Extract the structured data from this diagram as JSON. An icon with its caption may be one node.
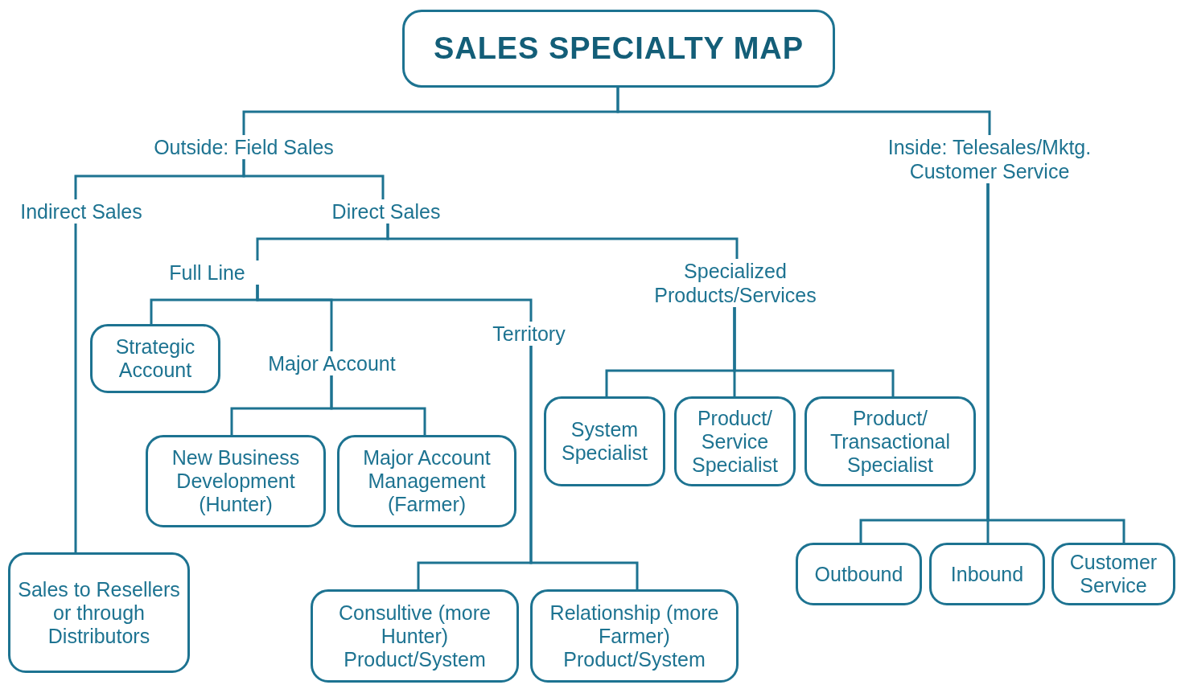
{
  "diagram": {
    "nodes": [
      {
        "text": [
          "SALES SPECIALTY MAP"
        ]
      },
      {
        "text": [
          "Outside: Field Sales"
        ]
      },
      {
        "text": [
          "Inside: Telesales/Mktg. Customer Service"
        ]
      },
      {
        "text": [
          "Indirect Sales"
        ]
      },
      {
        "text": [
          "Direct Sales"
        ]
      },
      {
        "text": [
          "Sales to Resellers or through Distributors"
        ]
      },
      {
        "text": [
          "Full Line"
        ]
      },
      {
        "text": [
          "Specialized Products/Services"
        ]
      },
      {
        "text": [
          "Strategic Account"
        ]
      },
      {
        "text": [
          "Major Account"
        ]
      },
      {
        "text": [
          "Territory"
        ]
      },
      {
        "text": [
          "New Business Development (Hunter)"
        ]
      },
      {
        "text": [
          "Major Account Management (Farmer)"
        ]
      },
      {
        "text": [
          "Consultive (more Hunter) Product/System"
        ]
      },
      {
        "text": [
          "Relationship (more Farmer) Product/System"
        ]
      },
      {
        "text": [
          "System Specialist"
        ]
      },
      {
        "text": [
          "Product/ Service Specialist"
        ]
      },
      {
        "text": [
          "Product/ Transactional Specialist"
        ]
      },
      {
        "text": [
          "Outbound"
        ]
      },
      {
        "text": [
          "Inbound"
        ]
      },
      {
        "text": [
          "Customer Service"
        ]
      }
    ],
    "edges": [
      {
        "from": 0,
        "to": 1,
        "arrow": "none"
      },
      {
        "from": 0,
        "to": 2,
        "arrow": "none"
      },
      {
        "from": 1,
        "to": 3,
        "arrow": "none"
      },
      {
        "from": 1,
        "to": 4,
        "arrow": "none"
      },
      {
        "from": 3,
        "to": 5,
        "arrow": "none"
      },
      {
        "from": 4,
        "to": 6,
        "arrow": "none"
      },
      {
        "from": 4,
        "to": 7,
        "arrow": "none"
      },
      {
        "from": 6,
        "to": 8,
        "arrow": "none"
      },
      {
        "from": 6,
        "to": 9,
        "arrow": "none"
      },
      {
        "from": 6,
        "to": 10,
        "arrow": "none"
      },
      {
        "from": 9,
        "to": 11,
        "arrow": "none"
      },
      {
        "from": 9,
        "to": 12,
        "arrow": "none"
      },
      {
        "from": 10,
        "to": 13,
        "arrow": "none"
      },
      {
        "from": 10,
        "to": 14,
        "arrow": "none"
      },
      {
        "from": 7,
        "to": 15,
        "arrow": "none"
      },
      {
        "from": 7,
        "to": 16,
        "arrow": "none"
      },
      {
        "from": 7,
        "to": 17,
        "arrow": "none"
      },
      {
        "from": 2,
        "to": 18,
        "arrow": "none"
      },
      {
        "from": 2,
        "to": 19,
        "arrow": "none"
      },
      {
        "from": 2,
        "to": 20,
        "arrow": "none"
      }
    ]
  }
}
